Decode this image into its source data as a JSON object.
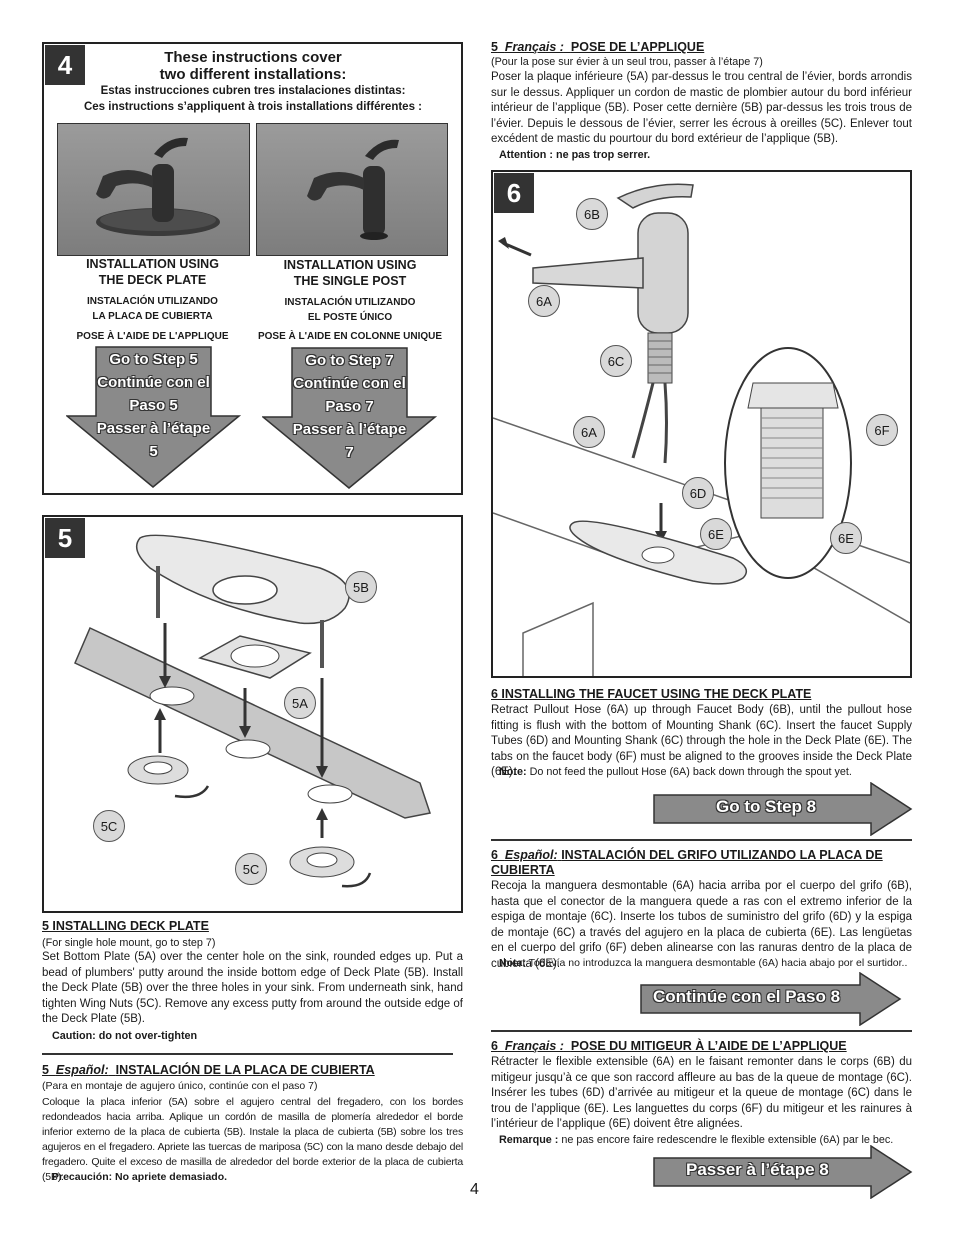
{
  "step4": {
    "number": "4",
    "title_line1": "These instructions cover",
    "title_line2": "two different installations:",
    "es_line": "Estas instrucciones cubren tres instalaciones distintas:",
    "fr_line": "Ces instructions s’appliquent à trois installations différentes :",
    "left": {
      "en1": "INSTALLATION USING",
      "en2": "THE DECK PLATE",
      "es1": "INSTALACIÓN UTILIZANDO",
      "es2": "LA PLACA DE CUBIERTA",
      "fr": "POSE À L'AIDE DE L'APPLIQUE",
      "arrow": [
        "Go to Step 5",
        "Continúe con el",
        "Paso 5",
        "Passer à l’étape",
        "5"
      ]
    },
    "right": {
      "en1": "INSTALLATION USING",
      "en2": "THE SINGLE POST",
      "es1": "INSTALACIÓN UTILIZANDO",
      "es2": "EL POSTE ÚNICO",
      "fr": "POSE À L'AIDE EN COLONNE UNIQUE",
      "arrow": [
        "Go to Step 7",
        "Continúe con el",
        "Paso 7",
        "Passer à l’étape",
        "7"
      ]
    }
  },
  "step5": {
    "number": "5",
    "callouts": [
      "5B",
      "5A",
      "5C",
      "5C"
    ],
    "en_heading": "5  INSTALLING DECK PLATE",
    "en_sub": "(For single hole mount, go to step 7)",
    "en_body": "Set Bottom Plate (5A) over the center hole on the sink, rounded edges up. Put a bead of plumbers' putty around the inside bottom edge of Deck Plate (5B). Install the Deck Plate (5B) over the three holes in your sink. From underneath sink, hand tighten Wing Nuts (5C). Remove any excess putty from around the outside edge of the Deck Plate (5B).",
    "en_caution": "Caution: do not over-tighten",
    "es_heading_num": "5",
    "es_heading_lang": "Español:",
    "es_heading_title": "INSTALACIÓN DE LA PLACA DE CUBIERTA",
    "es_sub": "(Para en montaje de agujero único, continúe con el paso 7)",
    "es_body": "Coloque la placa inferior (5A) sobre el agujero central del fregadero, con los bordes redondeados hacia arriba. Aplique un cordón de masilla de plomería alrededor el borde inferior externo de la placa de cubierta (5B). Instale la placa de cubierta (5B) sobre los tres agujeros en el fregadero. Apriete las tuercas de mariposa (5C) con la mano desde debajo del fregadero. Quite el exceso de masilla de alrededor del borde exterior de la placa de cubierta (5B).",
    "es_caution": "Precaución: No apriete demasiado.",
    "fr_heading_num": "5",
    "fr_heading_lang": "Français :",
    "fr_heading_title": "POSE DE L’APPLIQUE",
    "fr_sub": "(Pour la pose sur évier à un seul trou, passer à l’étape 7)",
    "fr_body": "Poser la plaque inférieure (5A) par-dessus le trou central de l’évier, bords arrondis sur le dessus. Appliquer un cordon de mastic de plombier autour du bord inférieur intérieur de l’applique (5B). Poser cette dernière (5B) par-dessus les trois trous de l’évier. Depuis le dessous de l’évier, serrer les écrous à oreilles (5C). Enlever tout excédent de mastic du pourtour du bord extérieur de l’applique (5B).",
    "fr_caution": "Attention : ne pas trop serrer."
  },
  "step6": {
    "number": "6",
    "callouts": [
      "6B",
      "6A",
      "6C",
      "6A",
      "6D",
      "6E",
      "6F",
      "6E"
    ],
    "en_heading": "6  INSTALLING THE FAUCET USING THE DECK PLATE",
    "en_body": "Retract Pullout Hose (6A) up through Faucet Body (6B), until the pullout hose fitting is flush with the bottom of Mounting Shank (6C). Insert the faucet Supply Tubes (6D) and Mounting Shank (6C) through the hole in the Deck Plate (6E). The tabs on the faucet body (6F) must be aligned to the grooves inside the Deck Plate (6E).",
    "en_note_label": "Note:",
    "en_note": "Do not feed the pullout Hose (6A) back down through the spout yet.",
    "en_button": "Go to Step 8",
    "es_heading_num": "6",
    "es_heading_lang": "Español:",
    "es_heading_title": "INSTALACIÓN DEL GRIFO UTILIZANDO LA PLACA DE CUBIERTA",
    "es_body": "Recoja la manguera desmontable (6A) hacia arriba por el cuerpo del grifo (6B), hasta que el conector de la manguera quede a ras con el extremo inferior de la espiga de montaje (6C). Inserte los tubos de suministro del grifo (6D) y la espiga de montaje (6C) a través del agujero en la placa de cubierta (6E). Las lengüetas en el cuerpo del grifo (6F) deben alinearse con las ranuras dentro de la placa de cubierta (6E).",
    "es_note_label": "Nota:",
    "es_note": "Todavía no introduzca la manguera desmontable (6A) hacia abajo por el surtidor..",
    "es_button": "Continúe con el Paso 8",
    "fr_heading_num": "6",
    "fr_heading_lang": "Français :",
    "fr_heading_title": "POSE DU MITIGEUR À L’AIDE DE L’APPLIQUE",
    "fr_body": "Rétracter le flexible extensible (6A) en le faisant remonter dans le corps (6B) du mitigeur jusqu’à ce que son raccord affleure au bas de la queue de montage (6C). Insérer les tubes (6D) d’arrivée au mitigeur et la queue de montage (6C) dans le trou de l’applique (6E). Les languettes du corps (6F) du mitigeur et les rainures à l’intérieur de l’applique (6E) doivent être alignées.",
    "fr_note_label": "Remarque :",
    "fr_note": "ne pas encore faire redescendre le flexible extensible (6A) par le bec.",
    "fr_button": "Passer à l’étape 8"
  },
  "page_number": "4"
}
